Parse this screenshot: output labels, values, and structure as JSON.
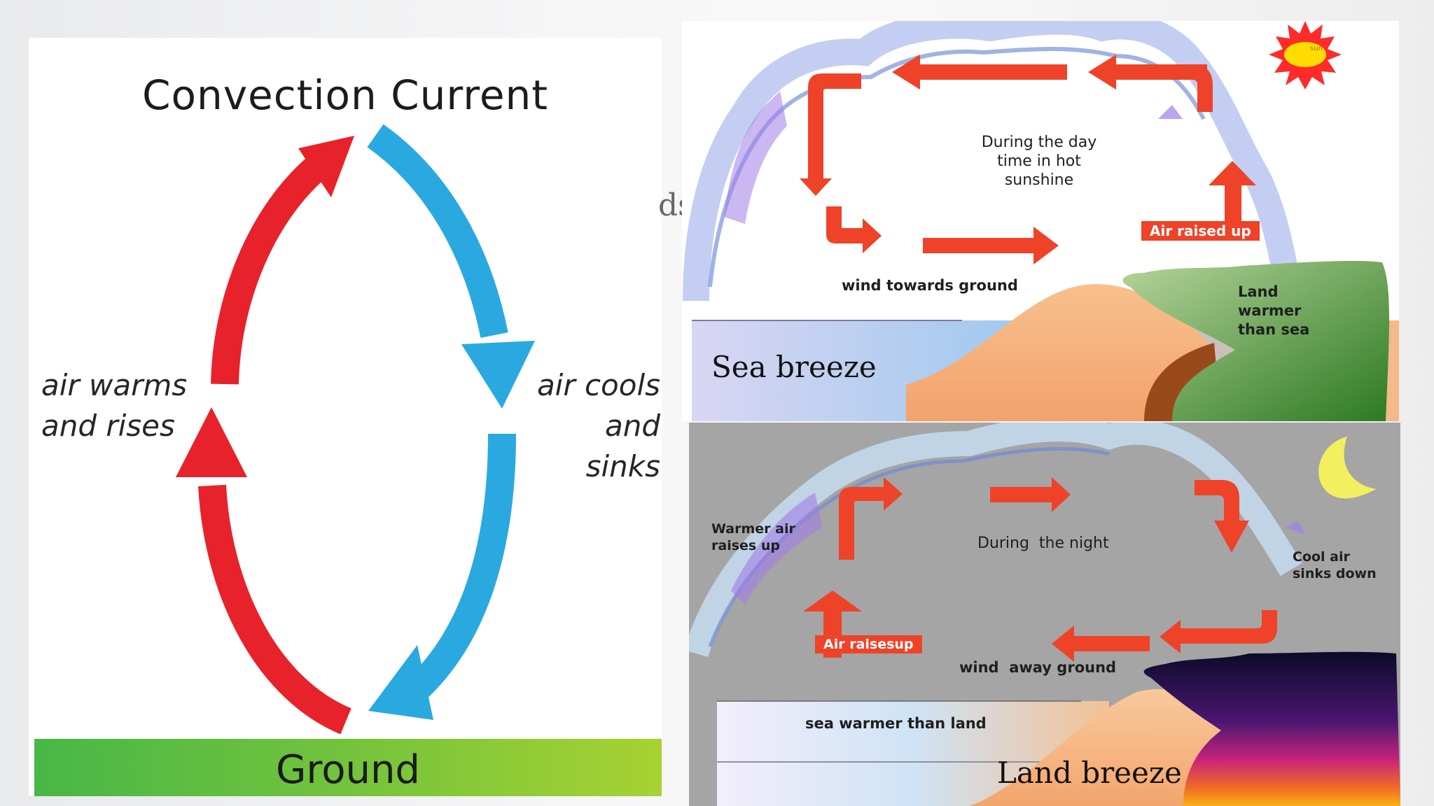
{
  "convection": {
    "title": "Convection Current",
    "left_label_line1": "air warms",
    "left_label_line2": "and rises",
    "right_label_line1": "air cools",
    "right_label_line2": "and sinks",
    "ground": "Ground",
    "warm_color": "#e8222b",
    "cool_color": "#2aa9e0"
  },
  "stray_text": "ds",
  "sea_breeze": {
    "sun_label": "sun",
    "center_text_l1": "During the day",
    "center_text_l2": "time in hot",
    "center_text_l3": "sunshine",
    "air_raised": "Air raised up",
    "wind_label": "wind towards ground",
    "land_l1": "Land",
    "land_l2": "warmer",
    "land_l3": "than sea",
    "title": "Sea breeze"
  },
  "land_breeze": {
    "warmer_l1": "Warmer air",
    "warmer_l2": "raises up",
    "center_text": "During  the night",
    "cool_l1": "Cool air",
    "cool_l2": "sinks down",
    "air_raises": "Air raisesup",
    "wind_label": "wind  away ground",
    "sea_label": "sea warmer than land",
    "title": "Land breeze"
  },
  "arrow_color": "#ee4328"
}
